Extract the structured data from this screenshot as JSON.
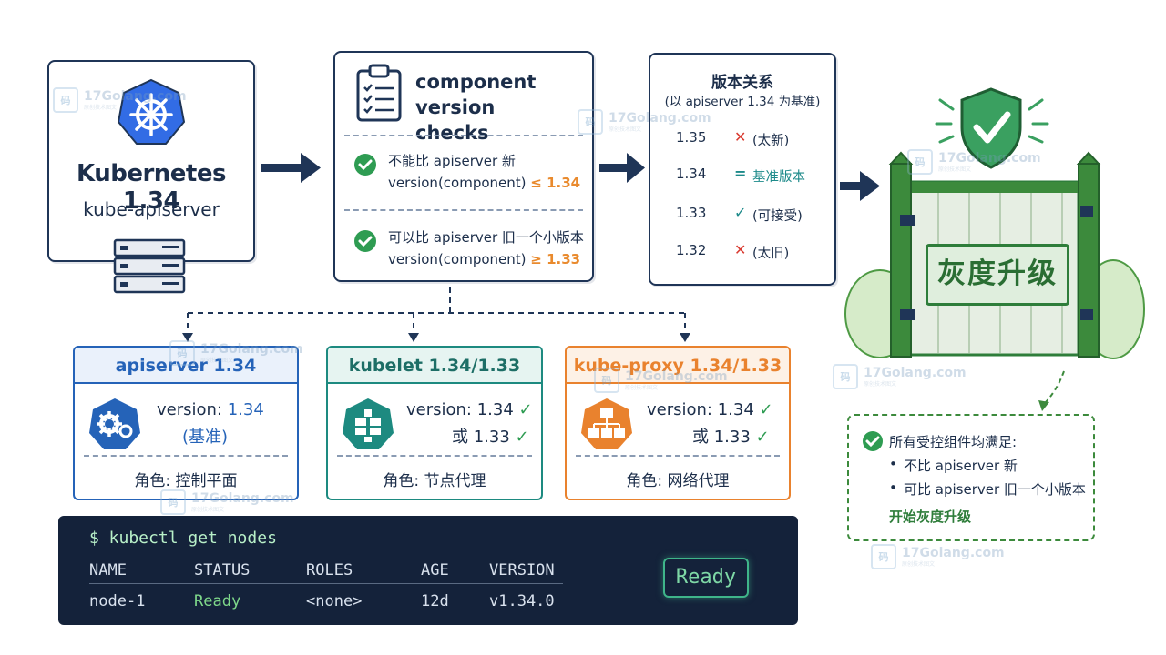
{
  "k8s": {
    "title": "Kubernetes 1.34",
    "subtitle": "kube-apiserver"
  },
  "checks": {
    "title_line1": "component version",
    "title_line2": "checks",
    "rule1": {
      "text": "不能比 apiserver 新",
      "expr": "version(component)",
      "op": "≤ 1.34"
    },
    "rule2": {
      "text": "可以比 apiserver 旧一个小版本",
      "expr": "version(component)",
      "op": "≥ 1.33"
    }
  },
  "relation": {
    "title": "版本关系",
    "subtitle": "(以 apiserver 1.34 为基准)",
    "rows": [
      {
        "version": "1.35",
        "mark": "✕",
        "label": "(太新)",
        "color": "#d93a30"
      },
      {
        "version": "1.34",
        "mark": "=",
        "label": "基准版本",
        "color": "#1d8a8a"
      },
      {
        "version": "1.33",
        "mark": "✓",
        "label": "(可接受)",
        "color": "#1d8a8a"
      },
      {
        "version": "1.32",
        "mark": "✕",
        "label": "(太旧)",
        "color": "#d93a30"
      }
    ]
  },
  "components": [
    {
      "title": "apiserver 1.34",
      "v1": "version: ",
      "v1num": "1.34",
      "v2": "(基准)",
      "role": "角色: 控制平面",
      "color": "#2563b8",
      "head_bg": "#eaf1fb"
    },
    {
      "title": "kubelet 1.34/1.33",
      "v1": "version: 1.34",
      "v2": "或 1.33",
      "role": "角色: 节点代理",
      "color": "#1d8a80",
      "head_bg": "#e6f4f1"
    },
    {
      "title": "kube-proxy 1.34/1.33",
      "v1": "version: 1.34",
      "v2": "或 1.33",
      "role": "角色: 网络代理",
      "color": "#e9822e",
      "head_bg": "#fdf1e6"
    }
  ],
  "gate": {
    "label": "灰度升级"
  },
  "note": {
    "heading": "所有受控组件均满足:",
    "bullet1": "不比 apiserver 新",
    "bullet2": "可比 apiserver 旧一个小版本",
    "footer": "开始灰度升级"
  },
  "terminal": {
    "command": "$ kubectl get nodes",
    "headers": [
      "NAME",
      "STATUS",
      "ROLES",
      "AGE",
      "VERSION"
    ],
    "row": [
      "node-1",
      "Ready",
      "<none>",
      "12d",
      "v1.34.0"
    ],
    "ready_badge": "Ready"
  },
  "watermark": {
    "text": "17Golang.com",
    "sub": "原创技术图文"
  },
  "colors": {
    "navy": "#1f3557",
    "green": "#2e9c52",
    "orange": "#e98a2d",
    "teal": "#1d8a80",
    "blue": "#2563b8"
  }
}
